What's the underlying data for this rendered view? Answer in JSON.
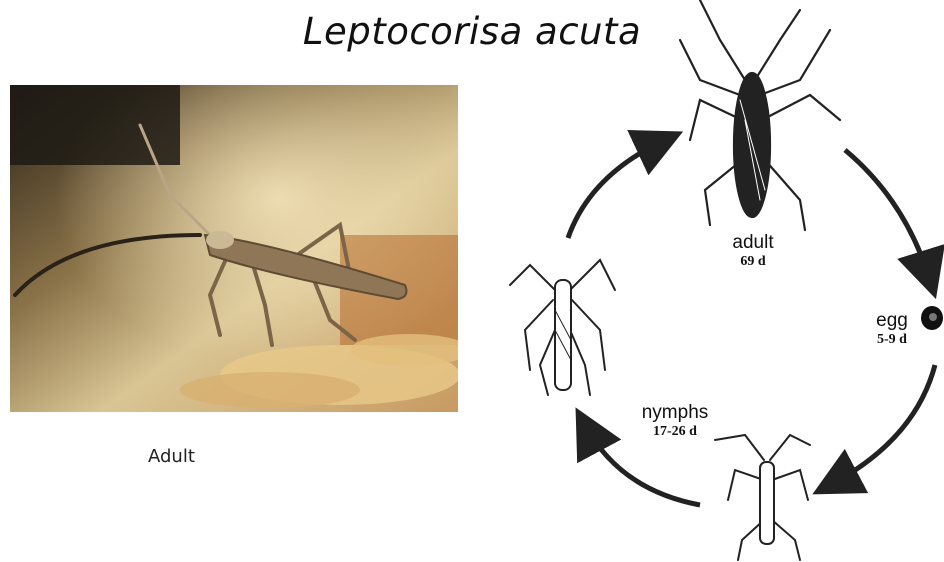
{
  "title": "Leptocorisa acuta",
  "photo": {
    "caption": "Adult"
  },
  "life_cycle": {
    "stages": [
      {
        "name": "adult",
        "duration": "69 d"
      },
      {
        "name": "egg",
        "duration": "5-9 d"
      },
      {
        "name": "nymphs",
        "duration": "17-26 d"
      }
    ]
  },
  "icons": {
    "adult": "adult-bug-icon",
    "egg": "egg-icon",
    "nymph": "nymph-bug-icon"
  }
}
